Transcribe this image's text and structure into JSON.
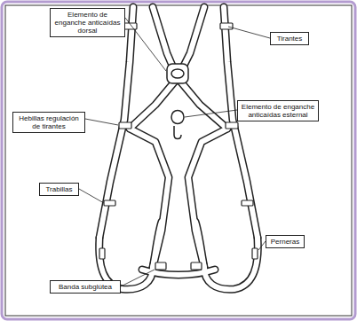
{
  "diagram": {
    "nodes": [
      {
        "text": [
          "Elemento de enganche anticaídas dorsal"
        ]
      },
      {
        "text": [
          "Tirantes"
        ]
      },
      {
        "text": [
          "Elemento de enganche anticaídas esternal"
        ]
      },
      {
        "text": [
          "Hebillas regulación de tirantes"
        ]
      },
      {
        "text": [
          "Trabillas"
        ]
      },
      {
        "text": [
          "Perneras"
        ]
      },
      {
        "text": [
          "Banda subglútea"
        ]
      }
    ]
  }
}
